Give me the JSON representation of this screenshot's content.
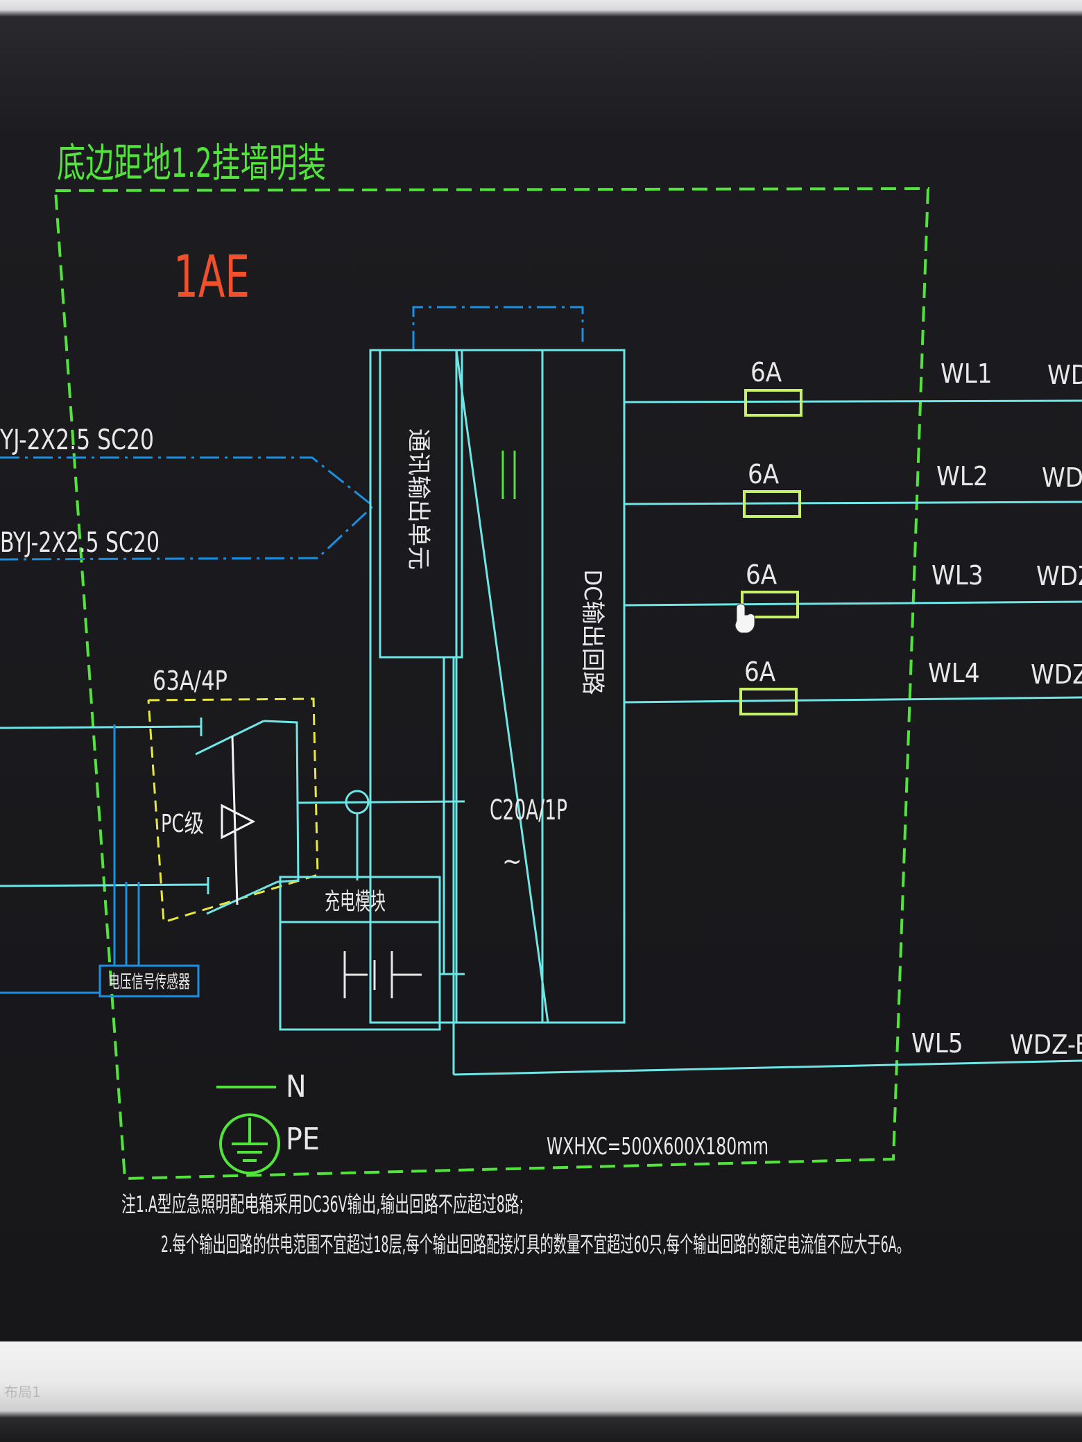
{
  "diagram": {
    "title": "底边距地1.2挂墙明装",
    "panel_id": "1AE",
    "incoming_cable_1": "YJ-2X2.5 SC20",
    "incoming_cable_2": "BYJ-2X2.5 SC20",
    "switch_rating": "63A/4P",
    "pc_label": "PC级",
    "comm_unit": "通讯输出单元",
    "dc_circuit": "DC输出回路",
    "dc_breaker": "C20A/1P",
    "charging_module": "充电模块",
    "voltage_sensor": "电压信号传感器",
    "fuses": [
      {
        "rating": "6A",
        "circuit": "WL1",
        "cable": "WDZ"
      },
      {
        "rating": "6A",
        "circuit": "WL2",
        "cable": "WDZ"
      },
      {
        "rating": "6A",
        "circuit": "WL3",
        "cable": "WDZ"
      },
      {
        "rating": "6A",
        "circuit": "WL4",
        "cable": "WDZN"
      }
    ],
    "wl5": {
      "circuit": "WL5",
      "cable": "WDZ-BY"
    },
    "legend_n": "N",
    "legend_pe": "PE",
    "dimensions": "WXHXC=500X600X180mm",
    "note_1": "注1.A型应急照明配电箱采用DC36V输出,输出回路不应超过8路;",
    "note_2": "2.每个输出回路的供电范围不宜超过18层,每个输出回路配接灯具的数量不宜超过60只,每个输出回路的额定电流值不应大于6A。",
    "status_text": "布局1"
  },
  "colors": {
    "boundary": "#52e33c",
    "wire": "#6fe6e6",
    "fuse": "#c9f06a",
    "dashdot": "#1c8fe0",
    "panel_id": "#f0502c",
    "text": "#e8e8e8"
  }
}
